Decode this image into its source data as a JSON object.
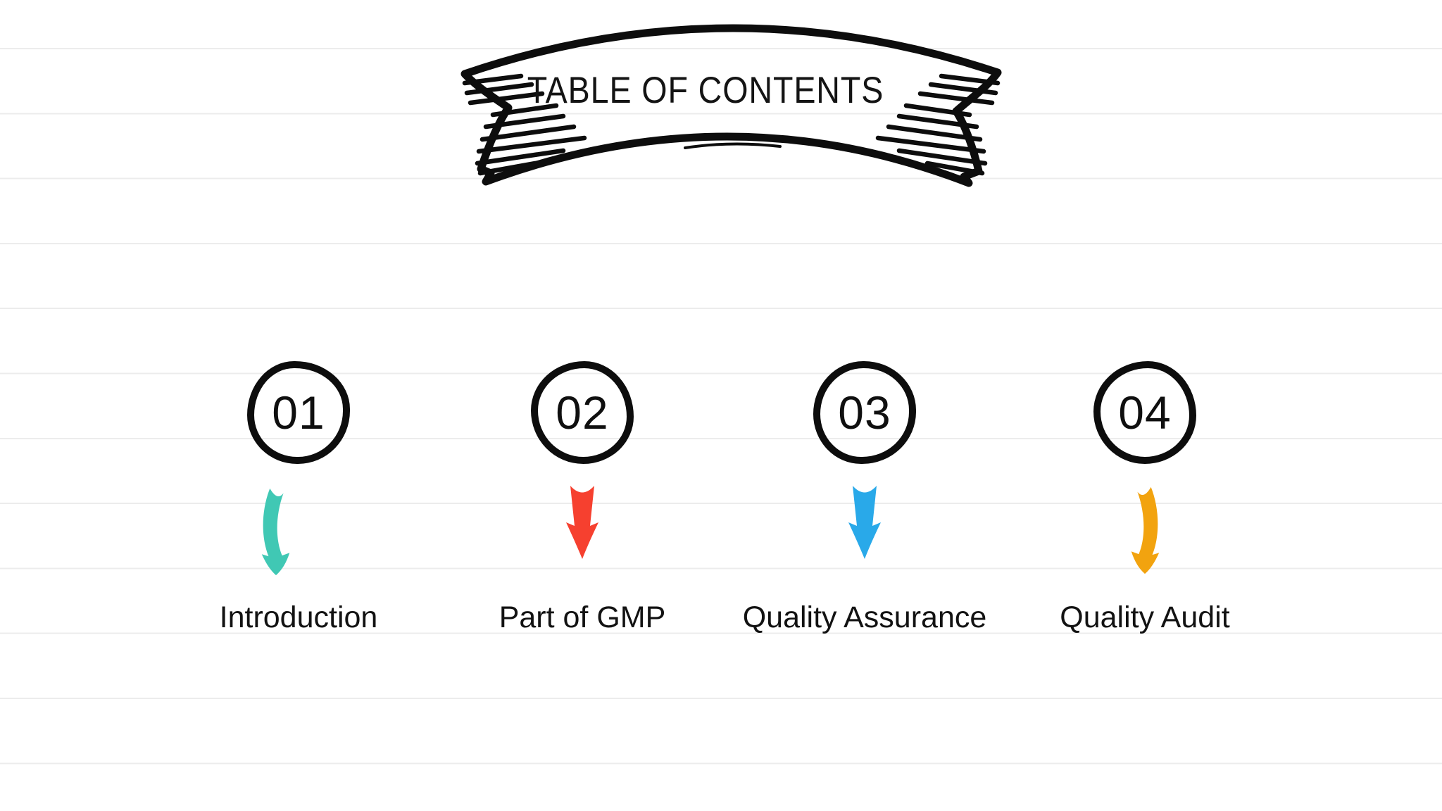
{
  "slide": {
    "title": "TABLE OF CONTENTS"
  },
  "items": [
    {
      "number": "01",
      "label": "Introduction",
      "arrow_shape": "curved-down-left",
      "arrow_color": "#40C8B4"
    },
    {
      "number": "02",
      "label": "Part of GMP",
      "arrow_shape": "straight-down",
      "arrow_color": "#F6402F"
    },
    {
      "number": "03",
      "label": "Quality Assurance",
      "arrow_shape": "straight-down",
      "arrow_color": "#29A9E9"
    },
    {
      "number": "04",
      "label": "Quality Audit",
      "arrow_shape": "curved-down-right",
      "arrow_color": "#F2A30F"
    }
  ],
  "style": {
    "ink": "#0D0D0D",
    "text_color": "#121212",
    "ruled_line_color": "#ECECEC",
    "background": "#FFFFFF"
  }
}
